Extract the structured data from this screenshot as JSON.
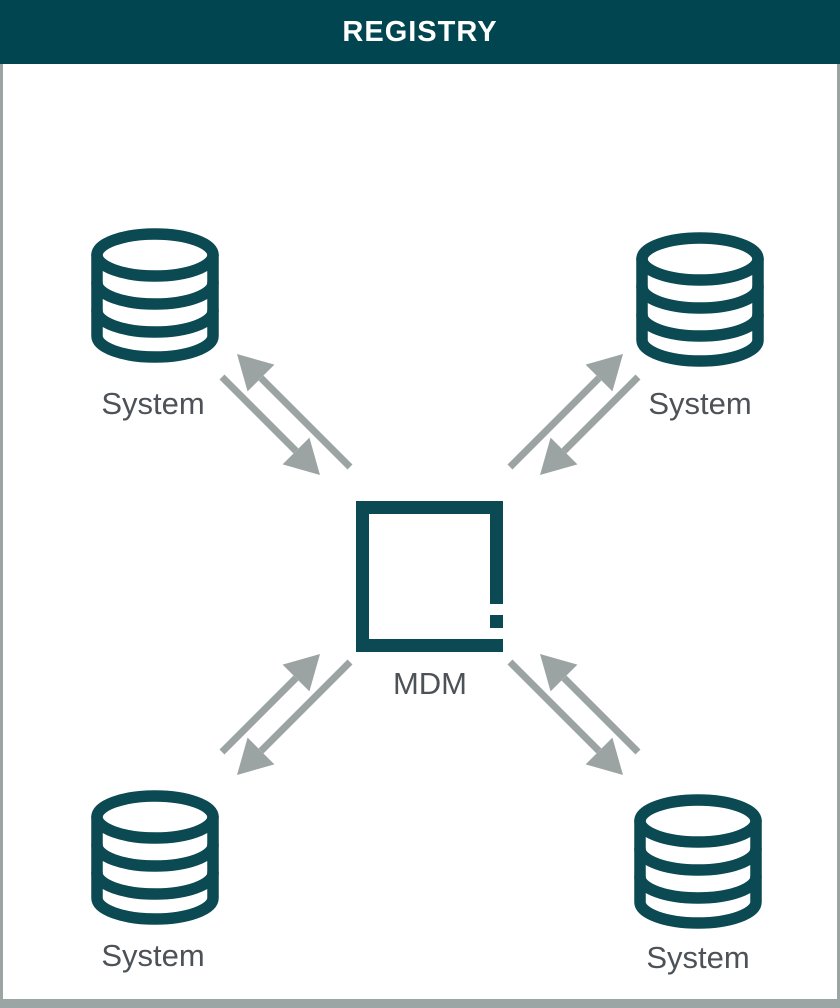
{
  "header": {
    "title": "REGISTRY"
  },
  "diagram": {
    "center": {
      "label": "MDM",
      "icon": "mdm-square-icon"
    },
    "systems": [
      {
        "position": "top-left",
        "label": "System",
        "icon": "database-icon"
      },
      {
        "position": "top-right",
        "label": "System",
        "icon": "database-icon"
      },
      {
        "position": "bottom-left",
        "label": "System",
        "icon": "database-icon"
      },
      {
        "position": "bottom-right",
        "label": "System",
        "icon": "database-icon"
      }
    ],
    "connections": [
      {
        "from": "System top-left",
        "to": "MDM",
        "type": "bidirectional"
      },
      {
        "from": "System top-right",
        "to": "MDM",
        "type": "bidirectional"
      },
      {
        "from": "System bottom-left",
        "to": "MDM",
        "type": "bidirectional"
      },
      {
        "from": "System bottom-right",
        "to": "MDM",
        "type": "bidirectional"
      }
    ],
    "colors": {
      "header_bg": "#00454F",
      "node_teal": "#0B4953",
      "arrow_gray": "#9BA4A3",
      "label_gray": "#4C5257",
      "frame_border": "#9AA5A4"
    }
  }
}
